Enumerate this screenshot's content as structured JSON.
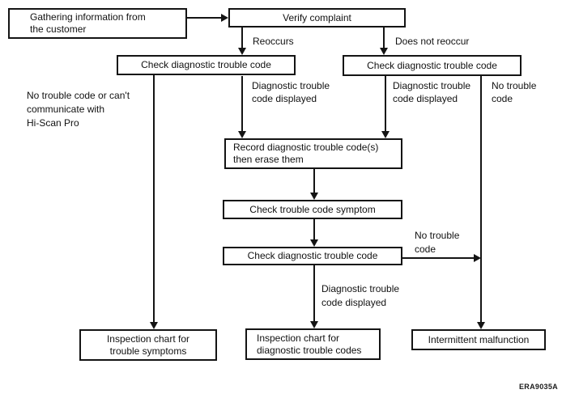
{
  "figure": {
    "code": "ERA9035A"
  },
  "colors": {
    "ink": "#141414",
    "background": "#ffffff"
  },
  "nodes": {
    "gathering": "Gathering information from\nthe customer",
    "verify": "Verify complaint",
    "check_left": "Check diagnostic trouble code",
    "check_right": "Check diagnostic trouble code",
    "record": "Record diagnostic trouble code(s)\nthen erase them",
    "symptom": "Check trouble code symptom",
    "check_again": "Check diagnostic trouble code",
    "inspection_symptoms": "Inspection chart for\ntrouble symptoms",
    "inspection_codes": "Inspection chart for\ndiagnostic trouble codes",
    "intermittent": "Intermittent malfunction"
  },
  "edge_labels": {
    "reoccurs": "Reoccurs",
    "does_not_reoccur": "Does not reoccur",
    "no_code_left": "No trouble code or can't\ncommunicate with\nHi-Scan Pro",
    "dtc_displayed_left": "Diagnostic trouble\ncode displayed",
    "dtc_displayed_right": "Diagnostic trouble\ncode displayed",
    "no_code_right": "No trouble\ncode",
    "no_code_recheck": "No trouble\ncode",
    "dtc_displayed_recheck": "Diagnostic trouble\ncode displayed"
  }
}
